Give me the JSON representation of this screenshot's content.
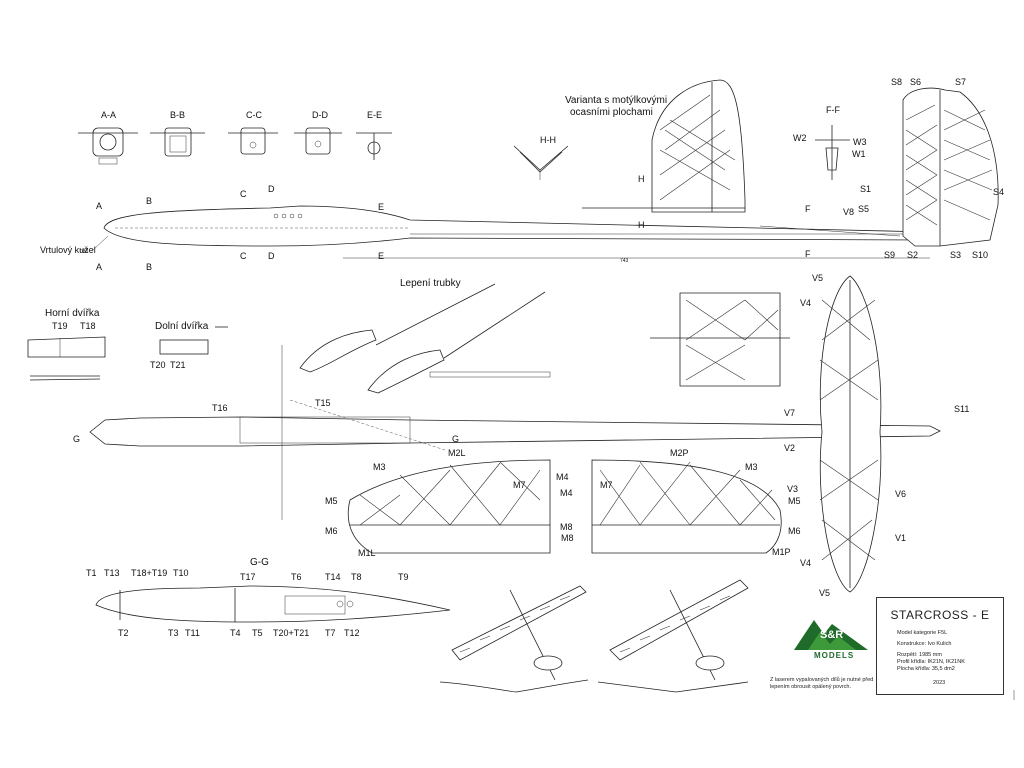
{
  "sections": {
    "aa": "A-A",
    "bb": "B-B",
    "cc": "C-C",
    "dd": "D-D",
    "ee": "E-E",
    "hh": "H-H",
    "ff": "F-F"
  },
  "fuselage": {
    "nose_label": "Vrtulový kužel",
    "nose_dim": "030",
    "gg_mark": "G",
    "gg_title": "G-G",
    "letters": [
      "A",
      "B",
      "C",
      "D",
      "E",
      "F",
      "H"
    ]
  },
  "variant": {
    "title_line1": "Varianta s motýlkovými",
    "title_line2": "ocasními plochami"
  },
  "hatches": {
    "upper_title": "Horní dvířka",
    "lower_title": "Dolní dvířka"
  },
  "tube": {
    "title": "Lepení trubky"
  },
  "tail_labels": {
    "s1": "S1",
    "s2": "S2",
    "s3": "S3",
    "s4": "S4",
    "s5": "S5",
    "s6": "S6",
    "s7": "S7",
    "s8": "S8",
    "s9": "S9",
    "s10": "S10",
    "s11": "S11",
    "w1": "W1",
    "w2": "W2",
    "w3": "W3",
    "v8": "V8"
  },
  "stab_labels": {
    "v1": "V1",
    "v2": "V2",
    "v3": "V3",
    "v4": "V4",
    "v4b": "V4",
    "v5": "V5",
    "v5b": "V5",
    "v6": "V6",
    "v7": "V7"
  },
  "wing_labels": {
    "m1l": "M1L",
    "m1p": "M1P",
    "m2l": "M2L",
    "m2p": "M2P",
    "m3": "M3",
    "m3b": "M3",
    "m4": "M4",
    "m4b": "M4",
    "m5": "M5",
    "m5b": "M5",
    "m6": "M6",
    "m6b": "M6",
    "m7": "M7",
    "m7b": "M7",
    "m8": "M8",
    "m8b": "M8"
  },
  "fus_labels": {
    "t1": "T1",
    "t2": "T2",
    "t3": "T3",
    "t4": "T4",
    "t5": "T5",
    "t6": "T6",
    "t7": "T7",
    "t8": "T8",
    "t9": "T9",
    "t10": "T10",
    "t11": "T11",
    "t12": "T12",
    "t13": "T13",
    "t14": "T14",
    "t15": "T15",
    "t16": "T16",
    "t17": "T17",
    "t18": "T18",
    "t19": "T19",
    "t20": "T20",
    "t21": "T21",
    "t18t19": "T18+T19",
    "t20t21": "T20+T21"
  },
  "title_block": {
    "name": "STARCROSS - E",
    "category": "Model kategorie F5L",
    "designer": "Konstrukce: Ivo Kulich",
    "span": "Rozpětí: 1985 mm",
    "airfoil": "Profil křídla: IK21N, IK21NK",
    "area": "Plocha křídla: 35,5 dm2",
    "year": "2023"
  },
  "logo": {
    "brand": "S&R",
    "sub": "MODELS",
    "color_dark": "#1f6b2a",
    "color_light": "#3d9a3a"
  },
  "note": "Z laserem vypalovaných dílů je nutné před lepením obrousit opálený povrch."
}
